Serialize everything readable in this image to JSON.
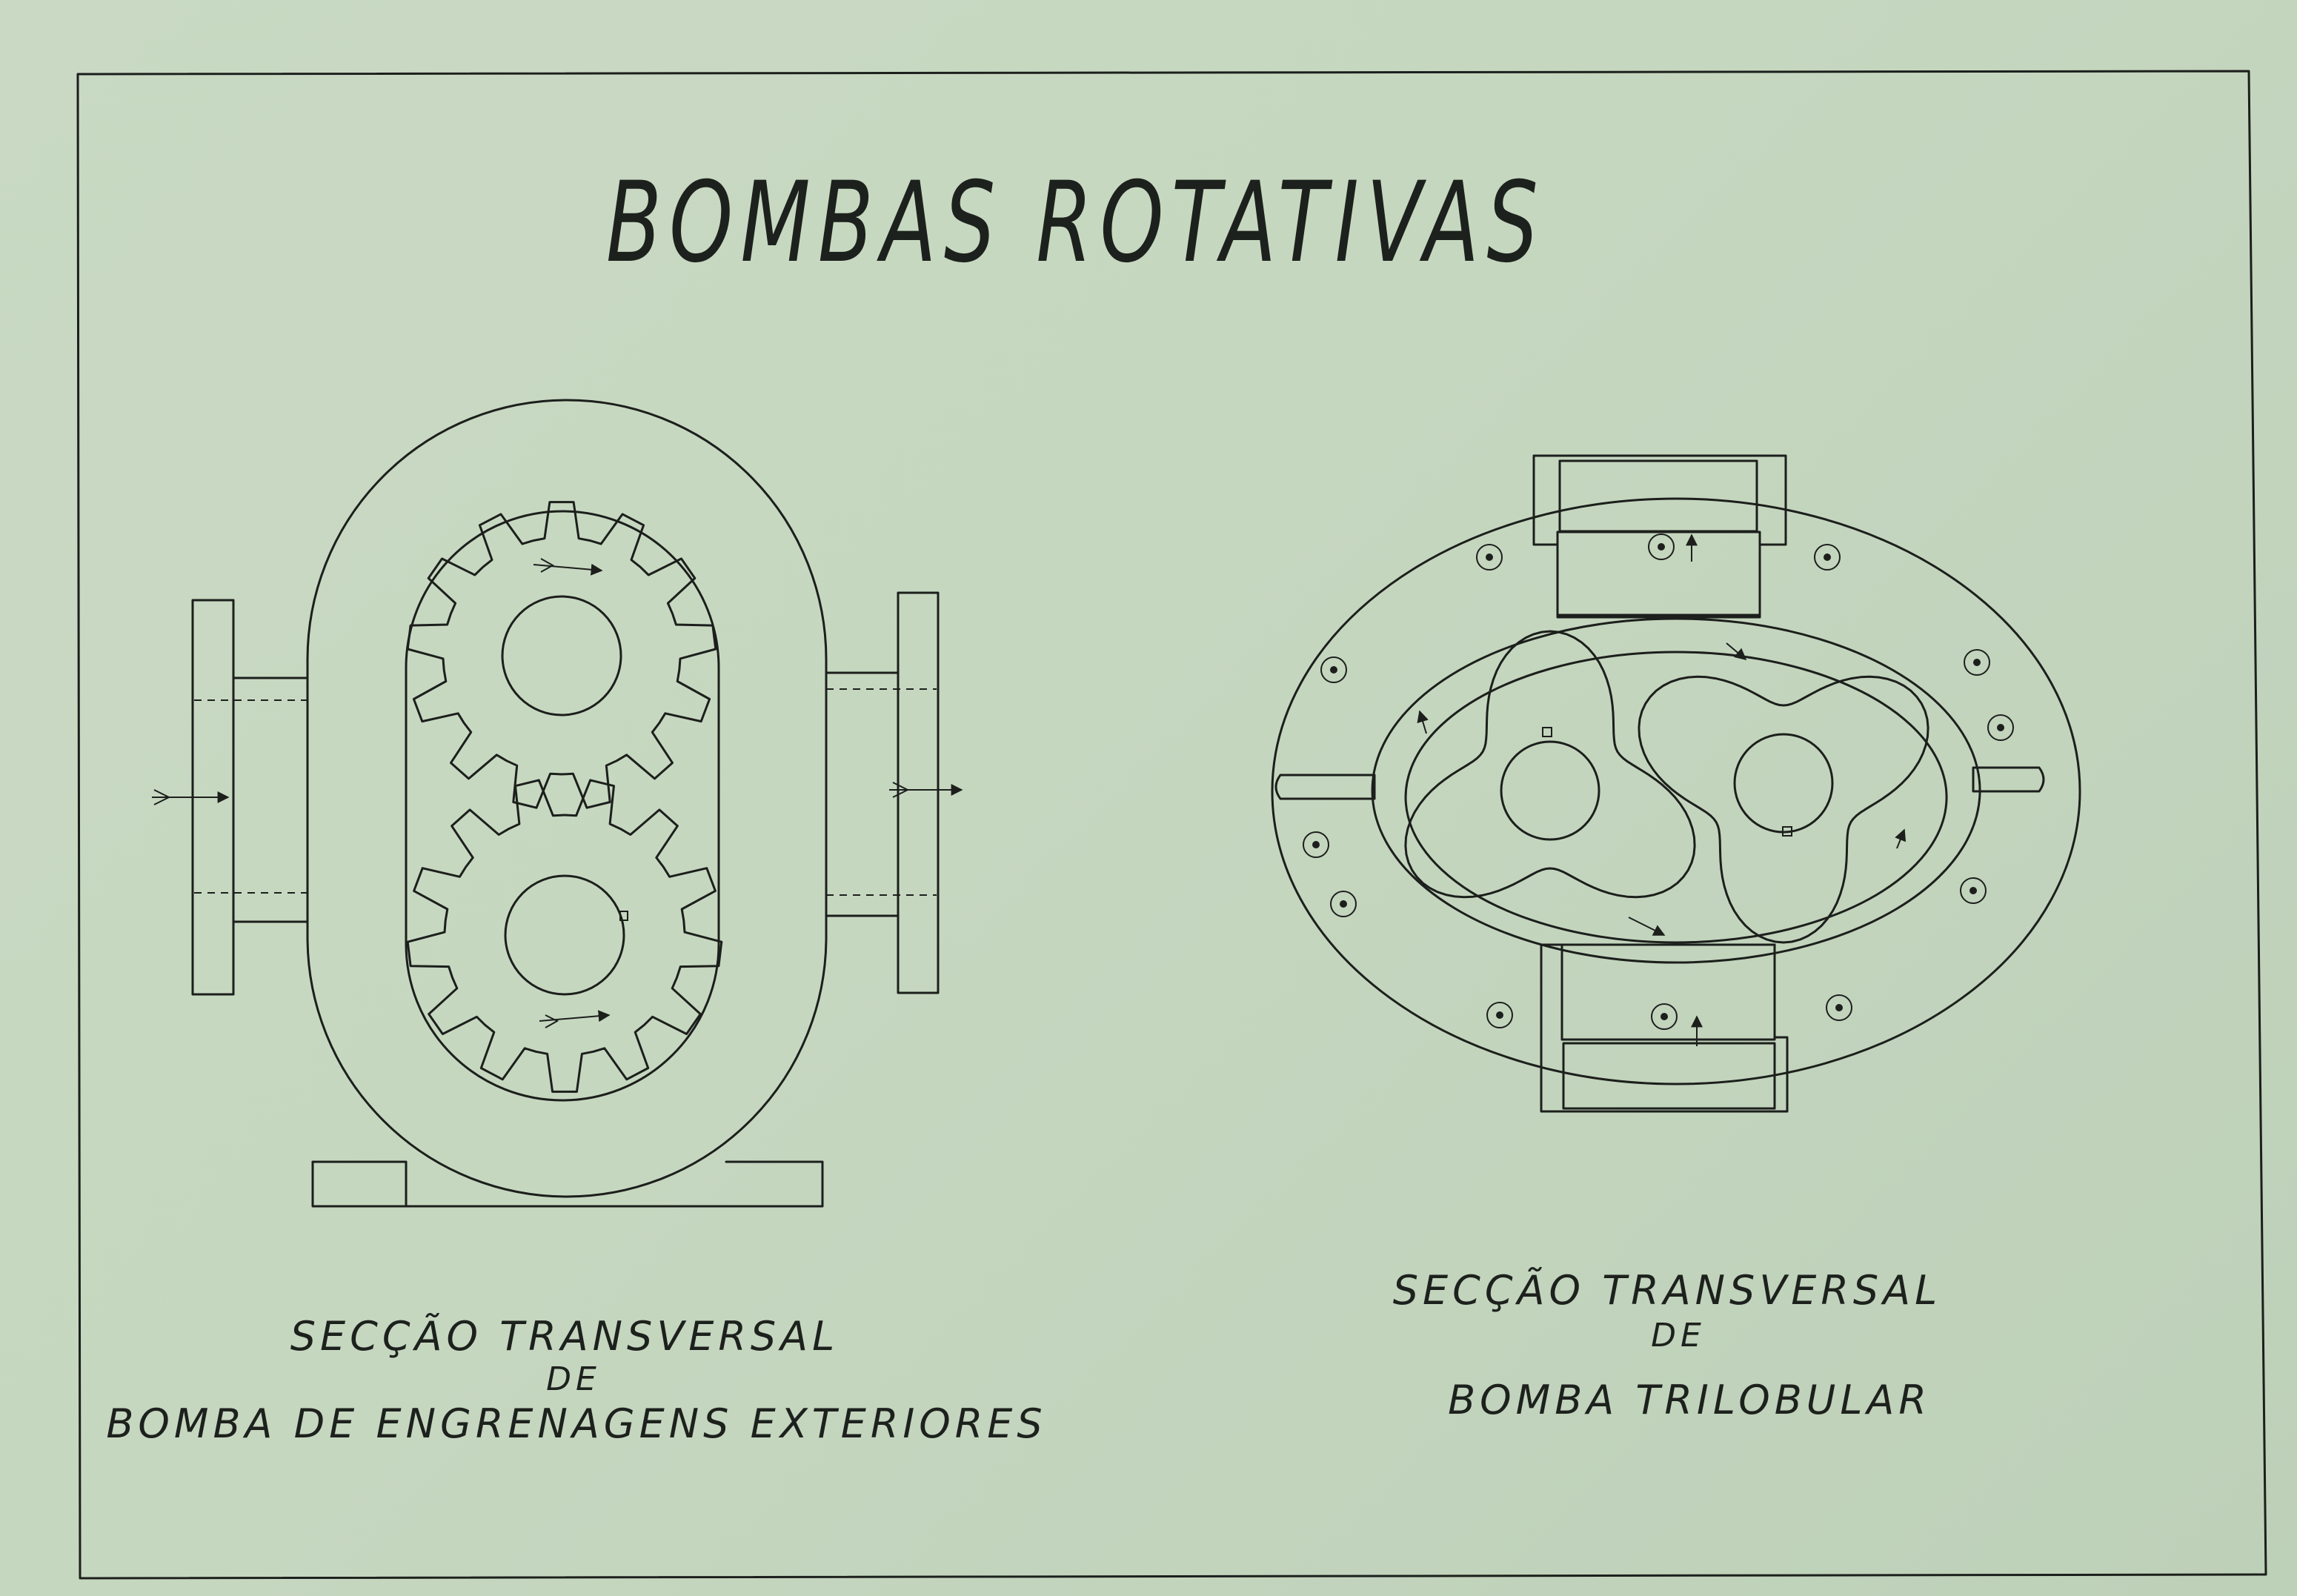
{
  "title": "BOMBAS ROTATIVAS",
  "left_caption": {
    "line1": "SECÇÃO TRANSVERSAL",
    "line2": "DE",
    "line3": "BOMBA DE ENGRENAGENS EXTERIORES"
  },
  "right_caption": {
    "line1": "SECÇÃO TRANSVERSAL",
    "line2": "DE",
    "line3": "BOMBA TRILOBULAR"
  },
  "colors": {
    "paper": "#c6d7c0",
    "ink": "#1c1f1c"
  }
}
